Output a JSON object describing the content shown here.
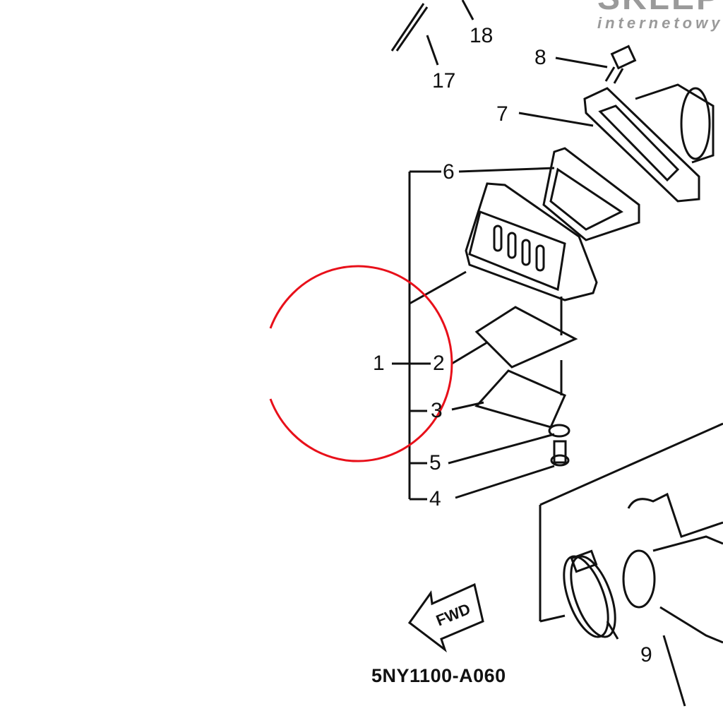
{
  "diagram": {
    "part_numbers": [
      "1",
      "2",
      "3",
      "4",
      "5",
      "6",
      "7",
      "8",
      "9",
      "17",
      "18"
    ],
    "diagram_code": "5NY1100-A060",
    "direction_label": "FWD",
    "watermark": {
      "brand": "SKLEP",
      "subtitle": "internetowy"
    },
    "highlight_color": "#e8101a"
  }
}
